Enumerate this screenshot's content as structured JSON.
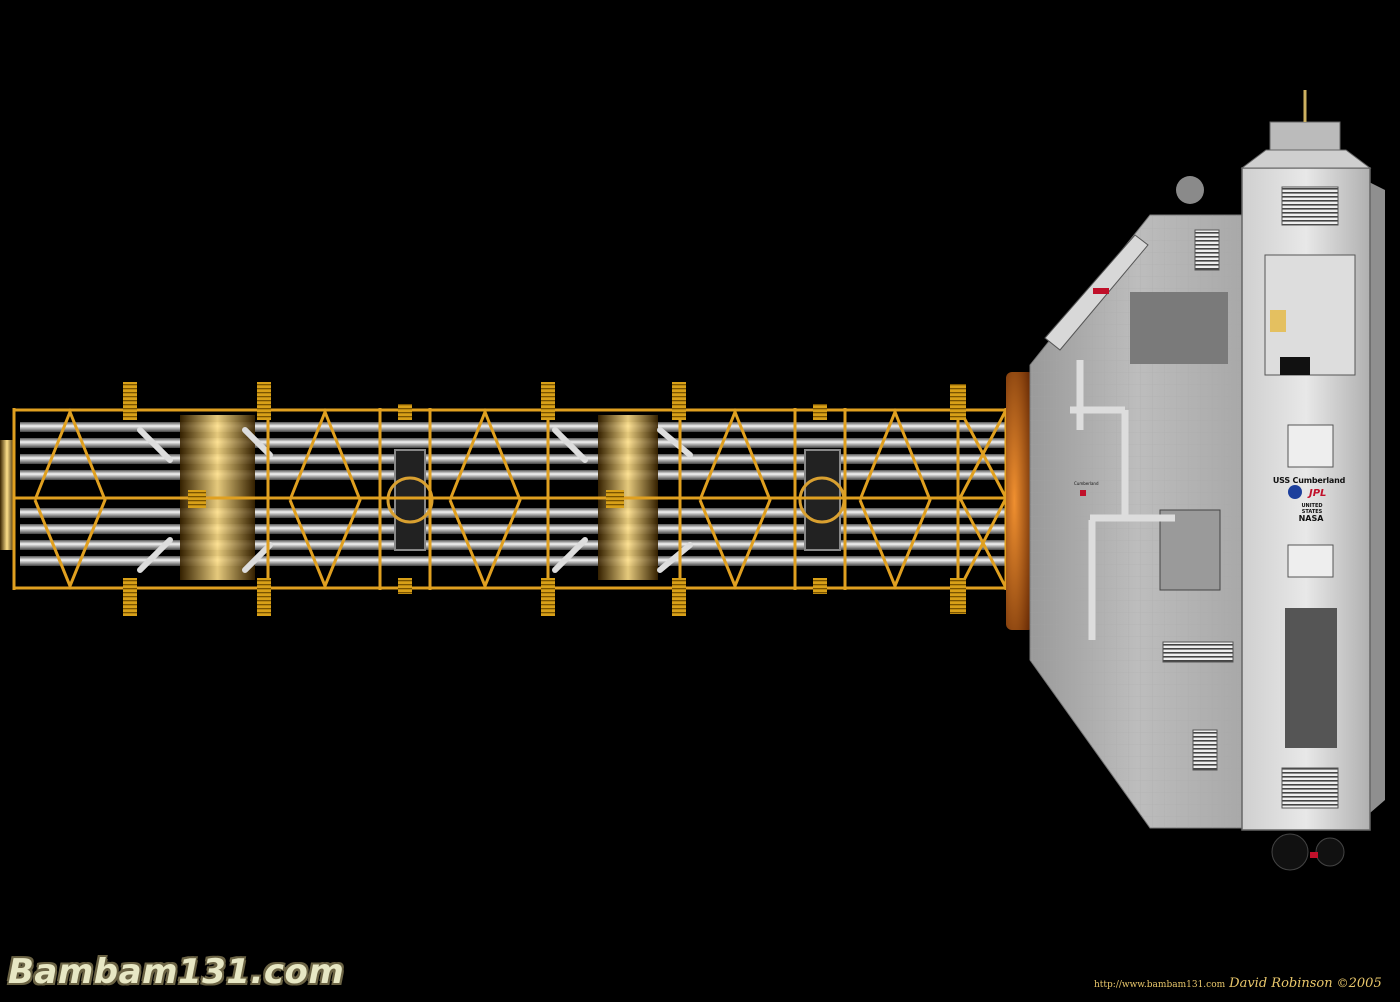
{
  "artwork": {
    "ship_name": "USS Cumberland",
    "agency_jpl": "JPL",
    "agency_nasa": "NASA",
    "agency_us": "UNITED STATES",
    "small_label": "Cumberland",
    "colors": {
      "background": "#000000",
      "truss": "#e0a020",
      "hull": "#bdbdbd",
      "hull_dark": "#8c8c8c",
      "engine_glow": "#f0c060",
      "accent_red": "#c0102a"
    }
  },
  "watermark": {
    "logo_text": "Bambam131.com",
    "url": "http://www.bambam131.com",
    "author": "David Robinson",
    "copyright_symbol": "©",
    "year": "2005"
  }
}
